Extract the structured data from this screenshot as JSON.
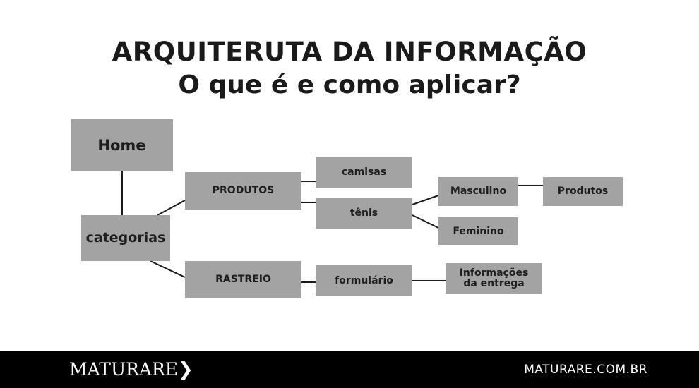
{
  "title": "ARQUITERUTA DA INFORMAÇÃO",
  "subtitle": "O que é e como aplicar?",
  "nodes": {
    "home": "Home",
    "categorias": "categorias",
    "produtos": "PRODUTOS",
    "rastreio": "RASTREIO",
    "camisas": "camisas",
    "tenis": "tênis",
    "formulario": "formulário",
    "masculino": "Masculino",
    "feminino": "Feminino",
    "produtos2": "Produtos",
    "info": "Informações da entrega"
  },
  "footer": {
    "logo": "MATURARE",
    "url": "MATURARE.COM.BR"
  }
}
